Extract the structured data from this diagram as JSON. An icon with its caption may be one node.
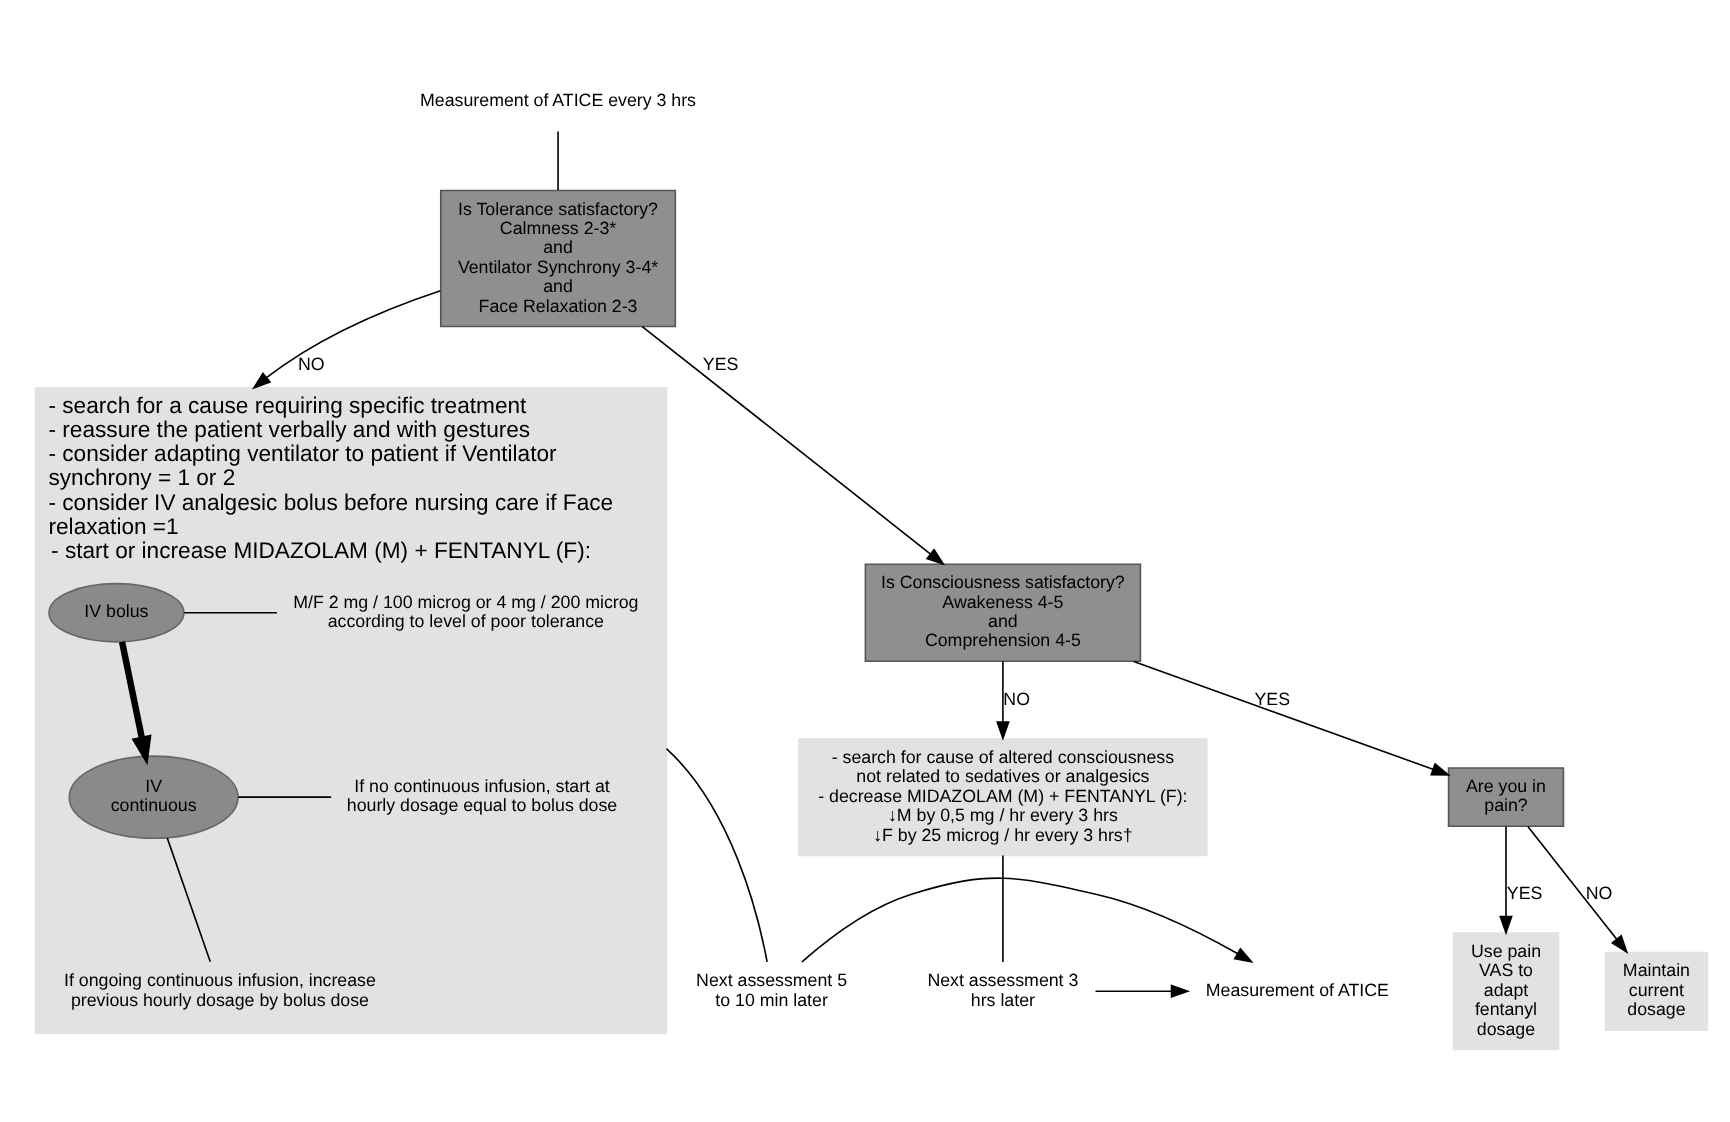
{
  "diagram": {
    "nodes": [
      {
        "text": [
          "Measurement of ATICE every 3 hrs"
        ]
      },
      {
        "text": [
          "Is Tolerance satisfactory?",
          "Calmness 2-3*",
          "and",
          "Ventilator Synchrony 3-4*",
          "and",
          "Face Relaxation 2-3"
        ]
      },
      {
        "text": [
          "Is Consciousness satisfactory?",
          "Awakeness 4-5",
          "and",
          "Comprehension 4-5"
        ]
      },
      {
        "text": [
          "- search for cause of altered consciousness not related to sedatives or analgesics",
          "- decrease MIDAZOLAM (M) + FENTANYL (F):",
          "↓M by 0,5 mg / hr every 3 hrs",
          "↓F by 25 microg / hr every 3 hrs†"
        ]
      },
      {
        "text": [
          "Are you in pain?"
        ]
      },
      {
        "text": [
          "Maintain current dosage"
        ]
      },
      {
        "text": [
          "Use pain VAS to adapt fentanyl dosage"
        ]
      },
      {
        "text": [
          "- search for a cause requiring specific treatment",
          "- reassure the patient verbally and with gestures",
          "- consider adapting ventilator to patient if Ventilator synchrony = 1 or 2",
          "- consider IV analgesic bolus before nursing care if Face relaxation =1",
          "- start or increase MIDAZOLAM (M) + FENTANYL (F):"
        ]
      },
      {
        "text": [
          "IV bolus"
        ],
        "in": 7
      },
      {
        "text": [
          "M/F 2 mg / 100 microg or 4 mg / 200 microg according to level of poor tolerance"
        ],
        "in": 7
      },
      {
        "text": [
          "IV continuous"
        ],
        "in": 7
      },
      {
        "text": [
          "If no continuous infusion, start at hourly dosage equal to bolus dose"
        ],
        "in": 7
      },
      {
        "text": [
          "If ongoing continuous infusion, increase previous hourly dosage by bolus dose"
        ],
        "in": 7
      },
      {
        "text": [
          "Next assessment 3 hrs later"
        ]
      },
      {
        "text": [
          "Measurement of ATICE"
        ]
      },
      {
        "text": [
          "Next assessment 5 to 10 min later"
        ]
      }
    ],
    "edges": [
      {
        "from": 0,
        "to": 1,
        "arrow": "none"
      },
      {
        "from": 1,
        "to": 2,
        "arrow": "to",
        "label": "YES"
      },
      {
        "from": 1,
        "to": 7,
        "arrow": "to",
        "label": "NO"
      },
      {
        "from": 2,
        "to": 3,
        "arrow": "to",
        "label": "NO"
      },
      {
        "from": 2,
        "to": 4,
        "arrow": "to",
        "label": "YES"
      },
      {
        "from": 4,
        "to": 5,
        "arrow": "to",
        "label": "NO"
      },
      {
        "from": 4,
        "to": 6,
        "arrow": "to",
        "label": "YES"
      },
      {
        "from": 8,
        "to": 9,
        "arrow": "none"
      },
      {
        "from": 8,
        "to": 10,
        "arrow": "to",
        "style": "thick"
      },
      {
        "from": 10,
        "to": 11,
        "arrow": "none"
      },
      {
        "from": 10,
        "to": 12,
        "arrow": "none"
      },
      {
        "from": 3,
        "to": 13,
        "arrow": "none"
      },
      {
        "from": 7,
        "to": 15,
        "arrow": "none"
      },
      {
        "from": 13,
        "to": 14,
        "arrow": "to"
      },
      {
        "from": 15,
        "to": 14,
        "arrow": "to"
      }
    ]
  }
}
